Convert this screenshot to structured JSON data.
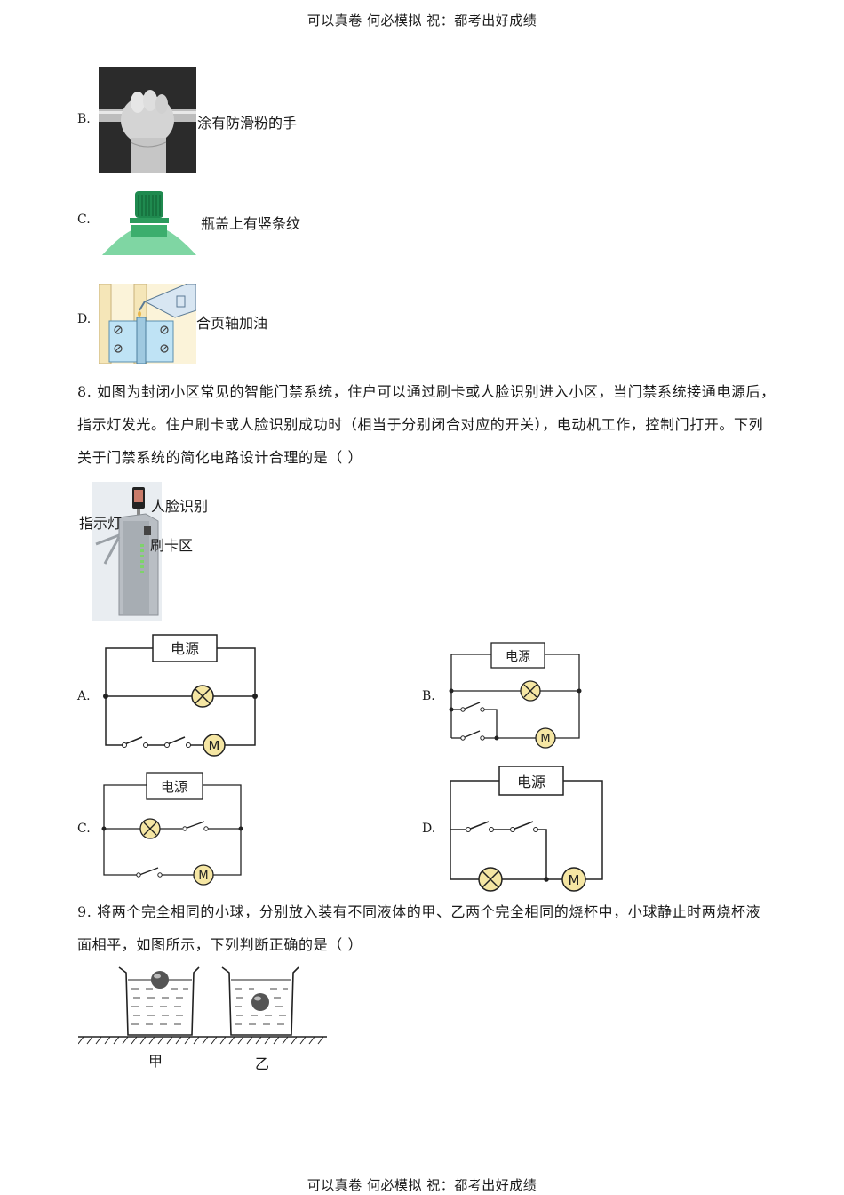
{
  "header": {
    "text": "可以真卷  何必模拟    祝：都考出好成绩"
  },
  "footer": {
    "text": "可以真卷  何必模拟    祝：都考出好成绩"
  },
  "q7_options": [
    {
      "letter": "B.",
      "text": "涂有防滑粉的手"
    },
    {
      "letter": "C.",
      "text": "瓶盖上有竖条纹"
    },
    {
      "letter": "D.",
      "text": "合页轴加油"
    }
  ],
  "q8": {
    "line1": "8.  如图为封闭小区常见的智能门禁系统，住户可以通过刷卡或人脸识别进入小区，当门禁系统接通电源后，",
    "line2": "指示灯发光。住户刷卡或人脸识别成功时（相当于分别闭合对应的开关），电动机工作，控制门打开。下列",
    "line3": "关于门禁系统的简化电路设计合理的是（        ）",
    "photo_labels": {
      "face": "人脸识别",
      "indicator": "指示灯",
      "card": "刷卡区"
    },
    "options": [
      {
        "letter": "A.",
        "power": "电源",
        "motor": "M"
      },
      {
        "letter": "B.",
        "power": "电源",
        "motor": "M"
      },
      {
        "letter": "C.",
        "power": "电源",
        "motor": "M"
      },
      {
        "letter": "D.",
        "power": "电源",
        "motor": "M"
      }
    ]
  },
  "q9": {
    "line1": "9.  将两个完全相同的小球，分别放入装有不同液体的甲、乙两个完全相同的烧杯中，小球静止时两烧杯液",
    "line2": "面相平，如图所示，下列判断正确的是（        ）",
    "beaker_left": "甲",
    "beaker_right": "乙"
  }
}
